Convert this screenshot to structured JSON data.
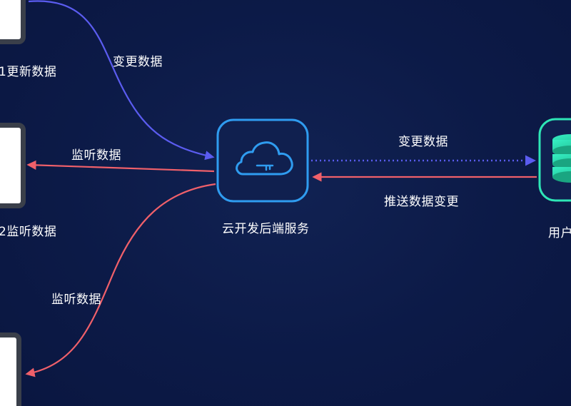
{
  "nodes": {
    "device1": {
      "label": "1更新数据"
    },
    "device2": {
      "label": "2监听数据"
    },
    "device3": {
      "label": ""
    },
    "cloud": {
      "label": "云开发后端服务",
      "icon": "cloud-icon"
    },
    "database": {
      "label": "用户",
      "icon": "database-icon"
    }
  },
  "edges": {
    "device1_to_cloud": {
      "label": "变更数据",
      "color": "#5b5cf0"
    },
    "cloud_to_device2": {
      "label": "监听数据",
      "color": "#f0606a"
    },
    "cloud_to_device3": {
      "label": "监听数据",
      "color": "#f0606a"
    },
    "cloud_to_db": {
      "label": "变更数据",
      "color": "#5b5cf0",
      "style": "dotted"
    },
    "db_to_cloud": {
      "label": "推送数据变更",
      "color": "#f0606a"
    }
  },
  "colors": {
    "background": "#0c1a47",
    "cloud_accent": "#2f9cf0",
    "db_accent": "#2ee6b6",
    "blue_arrow": "#5b5cf0",
    "red_arrow": "#f0606a"
  }
}
